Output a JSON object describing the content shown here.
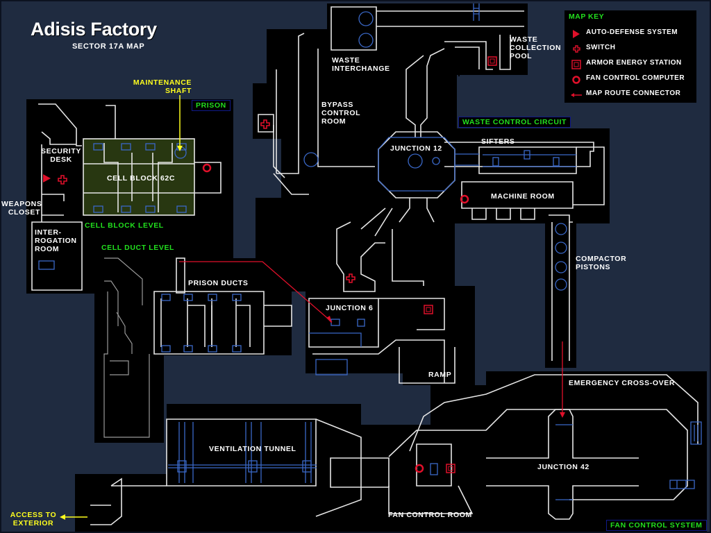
{
  "header": {
    "title": "Adisis Factory",
    "subtitle": "SECTOR 17A MAP"
  },
  "legend": {
    "heading": "MAP KEY",
    "items": [
      {
        "icon": "auto-defense-icon",
        "label": "AUTO-DEFENSE SYSTEM"
      },
      {
        "icon": "switch-icon",
        "label": "SWITCH"
      },
      {
        "icon": "armor-energy-icon",
        "label": "ARMOR ENERGY STATION"
      },
      {
        "icon": "fan-control-icon",
        "label": "FAN CONTROL COMPUTER"
      },
      {
        "icon": "route-connector-icon",
        "label": "MAP ROUTE CONNECTOR"
      }
    ]
  },
  "colors": {
    "background": "#1f2b40",
    "area_fill": "#000000",
    "wall": "#e6e6e6",
    "detail": "#3a68c8",
    "marker": "#e0102a",
    "zone_label": "#22e01e",
    "callout": "#ffff1e",
    "cell_block_highlight": "#2a3a12"
  },
  "zones": {
    "prison": "PRISON",
    "waste_control_circuit": "WASTE CONTROL CIRCUIT",
    "fan_control_system": "FAN CONTROL SYSTEM",
    "cell_block_level": "CELL BLOCK LEVEL",
    "cell_duct_level": "CELL DUCT LEVEL"
  },
  "callouts": {
    "maintenance_shaft": [
      "MAINTENANCE",
      "SHAFT"
    ],
    "access_to_exterior": [
      "ACCESS TO",
      "EXTERIOR"
    ]
  },
  "rooms": {
    "security_desk": [
      "SECURITY",
      "DESK"
    ],
    "cell_block": "CELL BLOCK 62C",
    "weapons_closet": [
      "WEAPONS",
      "CLOSET"
    ],
    "interrogation_room": [
      "INTER-",
      "ROGATION",
      "ROOM"
    ],
    "prison_ducts": "PRISON DUCTS",
    "waste_interchange": [
      "WASTE",
      "INTERCHANGE"
    ],
    "bypass_control_room": [
      "BYPASS",
      "CONTROL",
      "ROOM"
    ],
    "waste_collection_pool": [
      "WASTE",
      "COLLECTION",
      "POOL"
    ],
    "junction_12": "JUNCTION 12",
    "sifters": "SIFTERS",
    "machine_room": "MACHINE ROOM",
    "compactor_pistons": [
      "COMPACTOR",
      "PISTONS"
    ],
    "junction_6": "JUNCTION 6",
    "ramp": "RAMP",
    "emergency_cross_over": "EMERGENCY CROSS-OVER",
    "ventilation_tunnel": "VENTILATION TUNNEL",
    "junction_42": "JUNCTION 42",
    "fan_control_room": "FAN CONTROL ROOM"
  },
  "markers": [
    {
      "type": "auto-defense",
      "location": "security desk"
    },
    {
      "type": "switch",
      "location": "security desk"
    },
    {
      "type": "fan-control-computer",
      "location": "cell block 62C"
    },
    {
      "type": "switch",
      "location": "bypass control room"
    },
    {
      "type": "armor-energy-station",
      "location": "waste collection pool"
    },
    {
      "type": "fan-control-computer",
      "location": "machine room"
    },
    {
      "type": "switch",
      "location": "junction 6 corridor"
    },
    {
      "type": "armor-energy-station",
      "location": "junction 6 annex"
    },
    {
      "type": "fan-control-computer",
      "location": "fan control room"
    },
    {
      "type": "armor-energy-station",
      "location": "fan control room"
    }
  ],
  "route_connectors": [
    {
      "from": "prison ducts",
      "to": "junction 6"
    },
    {
      "from": "compactor pistons",
      "to": "emergency cross-over"
    }
  ]
}
